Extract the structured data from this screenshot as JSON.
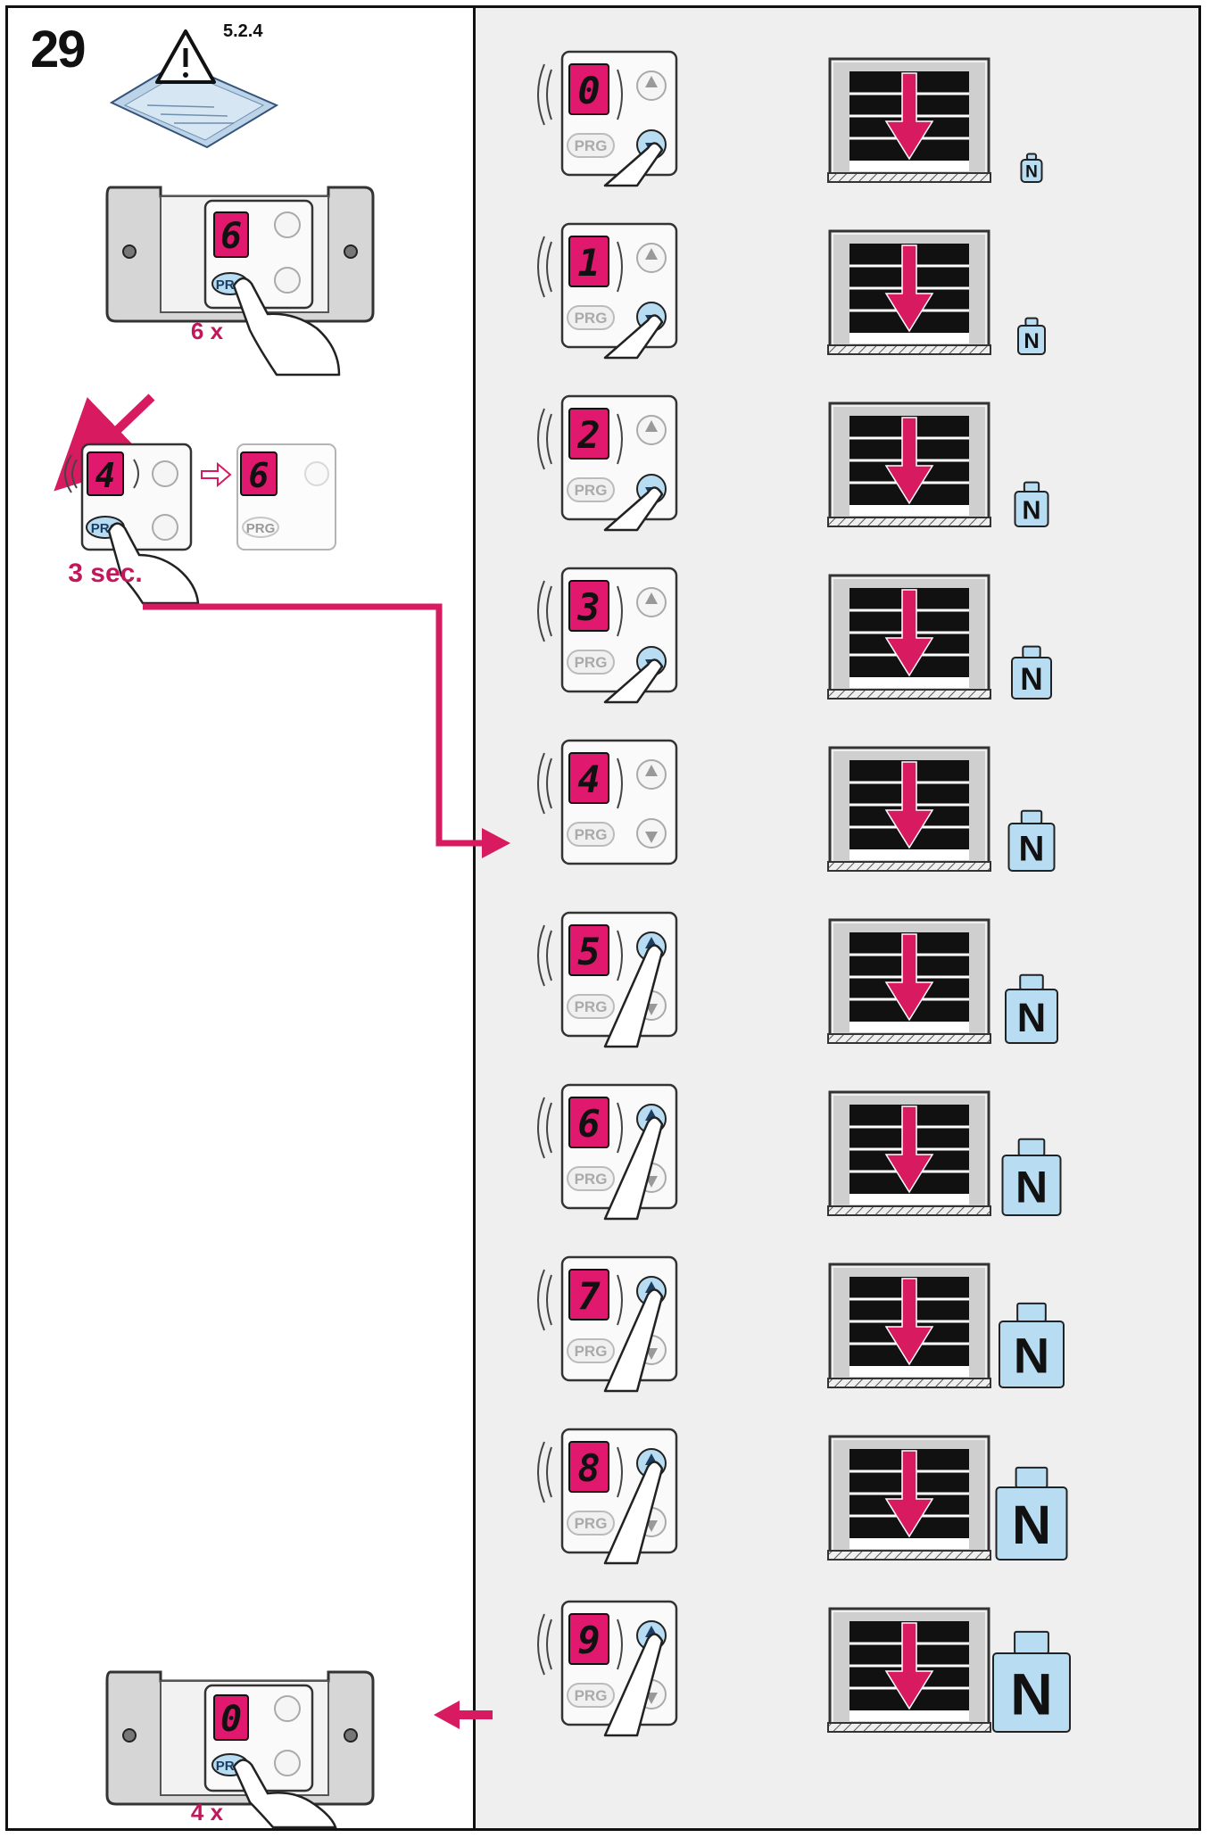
{
  "header": {
    "step_number": "29",
    "manual_ref": "5.2.4",
    "icon": "manual-warning-icon"
  },
  "left": {
    "press_prg_count": "6 x",
    "hold_duration": "3 sec.",
    "display_current": "4",
    "display_after": "6",
    "display_start": "6",
    "press_final_count": "4 x",
    "display_final": "0"
  },
  "keypad": {
    "prg_label": "PRG"
  },
  "force_steps": [
    {
      "digit": "0",
      "pressed": "down",
      "weight_level": 1
    },
    {
      "digit": "1",
      "pressed": "down",
      "weight_level": 2
    },
    {
      "digit": "2",
      "pressed": "down",
      "weight_level": 3
    },
    {
      "digit": "3",
      "pressed": "down",
      "weight_level": 4
    },
    {
      "digit": "4",
      "pressed": "none",
      "weight_level": 5
    },
    {
      "digit": "5",
      "pressed": "up",
      "weight_level": 6
    },
    {
      "digit": "6",
      "pressed": "up",
      "weight_level": 7
    },
    {
      "digit": "7",
      "pressed": "up",
      "weight_level": 8
    },
    {
      "digit": "8",
      "pressed": "up",
      "weight_level": 9
    },
    {
      "digit": "9",
      "pressed": "up",
      "weight_level": 10
    }
  ],
  "weight_label": "N",
  "colors": {
    "accent": "#d81b60",
    "display": "#e0196e",
    "button_active": "#b8dcf2",
    "weight_fill": "#b8dcf2",
    "panel_bg": "#efefef"
  }
}
